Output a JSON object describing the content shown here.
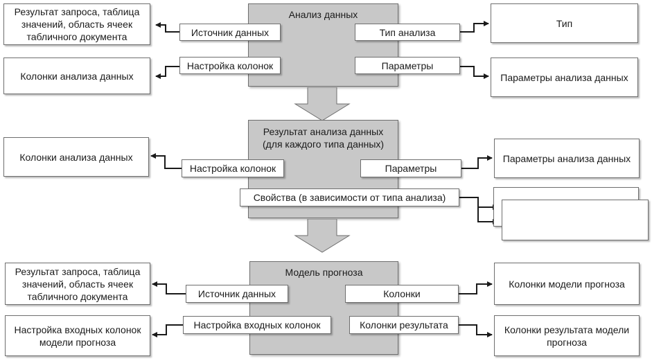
{
  "diagram": {
    "stage1": {
      "title": "Анализ данных",
      "source": "Источник данных",
      "column_setup": "Настройка колонок",
      "analysis_type": "Тип анализа",
      "parameters": "Параметры",
      "out_source": "Результат запроса, таблица значений, область ячеек табличного документа",
      "out_columns": "Колонки анализа данных",
      "out_type": "Тип",
      "out_parameters": "Параметры анализа данных"
    },
    "stage2": {
      "title": "Результат анализа данных\n(для каждого типа данных)",
      "column_setup": "Настройка колонок",
      "parameters": "Параметры",
      "properties": "Свойства (в зависимости от типа анализа)",
      "out_columns": "Колонки анализа данных",
      "out_parameters": "Параметры анализа данных"
    },
    "stage3": {
      "title": "Модель прогноза",
      "source": "Источник данных",
      "input_columns": "Настройка входных колонок",
      "columns": "Колонки",
      "result_columns": "Колонки результата",
      "out_source": "Результат запроса, таблица значений, область ячеек табличного документа",
      "out_input_columns": "Настройка входных колонок модели прогноза",
      "out_model_columns": "Колонки модели прогноза",
      "out_result_columns": "Колонки результата модели прогноза"
    }
  }
}
